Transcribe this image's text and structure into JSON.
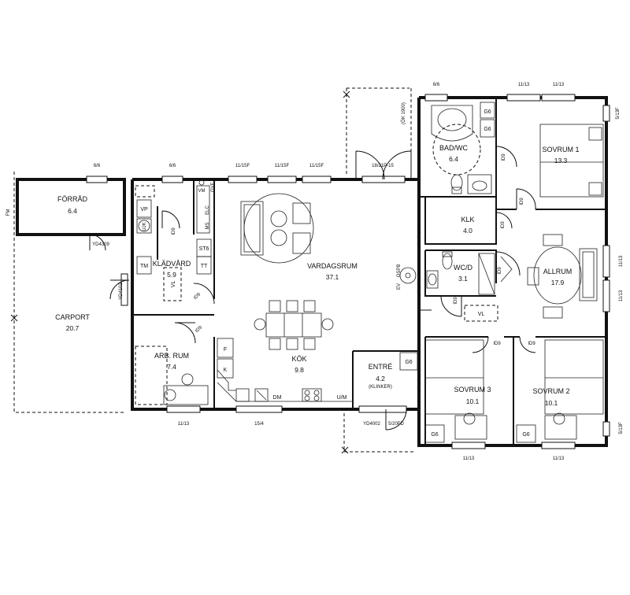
{
  "rooms": {
    "forrad": {
      "name": "FÖRRÅD",
      "area": "6.4"
    },
    "carport": {
      "name": "CARPORT",
      "area": "20.7"
    },
    "kladvard": {
      "name": "KLÄDVÅRD",
      "area": "5.9"
    },
    "arbrum": {
      "name": "ARB. RUM",
      "area": "7.4"
    },
    "kok": {
      "name": "KÖK",
      "area": "9.8"
    },
    "vardagsrum": {
      "name": "VARDAGSRUM",
      "area": "37.1"
    },
    "entre": {
      "name": "ENTRÉ",
      "area": "4.2",
      "note": "(KLINKER)"
    },
    "badwc": {
      "name": "BAD/WC",
      "area": "6.4"
    },
    "sovrum1": {
      "name": "SOVRUM 1",
      "area": "13.3"
    },
    "klk": {
      "name": "KLK",
      "area": "4.0"
    },
    "wcd": {
      "name": "WC/D",
      "area": "3.1"
    },
    "allrum": {
      "name": "ALLRUM",
      "area": "17.9"
    },
    "sovrum3": {
      "name": "SOVRUM 3",
      "area": "10.1"
    },
    "sovrum2": {
      "name": "SOVRUM 2",
      "area": "10.1"
    }
  },
  "fixtures": {
    "vp": "VP",
    "ujk": "UJK",
    "tm": "TM",
    "tt": "TT",
    "st6": "ST6",
    "vl": "VL",
    "ms": "MS",
    "elc": "ELC",
    "vm": "VM",
    "gvf": "GVF",
    "k": "K",
    "f": "F",
    "dm": "DM",
    "um": "U/M",
    "g6": "G6",
    "vl2": "VL",
    "ev": "EV",
    "ospb": "OSPB",
    "fm": "FM"
  },
  "doors": {
    "d_klad": "ID9",
    "d_kok": "ID9",
    "d_arb": "ID9",
    "d_bad": "ID9",
    "d_klk": "ID9",
    "d_klk2": "ID9",
    "d_wc": "ID9",
    "d_sov3": "ID9",
    "d_sov2": "ID9",
    "d_hall": "ID9",
    "yd_forrad": "YD4309",
    "yd_kladvard": "YD4102",
    "yd_entre": "YD4002"
  },
  "windows": {
    "forrad": "6/6",
    "kladvard": "6/6",
    "vr1": "11/15F",
    "vr2": "11/15F",
    "vr3": "11/15F",
    "altan": "18/21P-15",
    "bad": "6/6",
    "sov1a": "11/13",
    "sov1b": "11/13",
    "side_bad": "5/13F",
    "gv": "(ÖK 1900)",
    "allrum1": "11/13",
    "allrum2": "11/13",
    "sov2_side": "5/13F",
    "arb": "11/13",
    "kok": "15/4",
    "entre": "5/20FD",
    "sov3": "11/13",
    "sov2": "11/13"
  }
}
